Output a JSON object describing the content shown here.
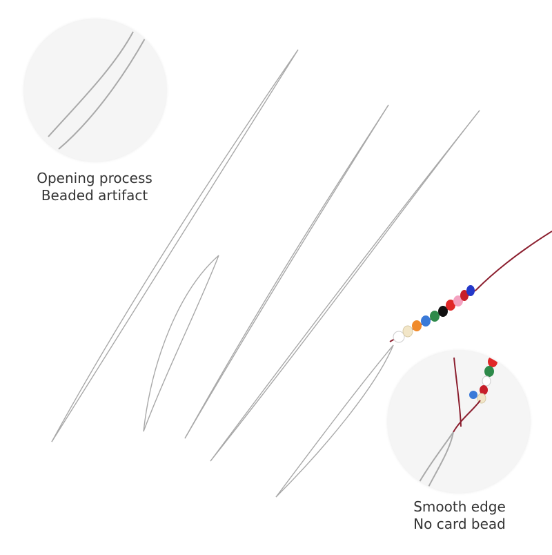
{
  "captions": {
    "top": {
      "line1": "Opening process",
      "line2": "Beaded artifact"
    },
    "bottom": {
      "line1": "Smooth edge",
      "line2": "No card bead"
    }
  },
  "colors": {
    "background": "#ffffff",
    "needle": "#a8a8a8",
    "thread": "#8b1e2e",
    "beads": [
      "#ffffff",
      "#f2e6c8",
      "#f08a2a",
      "#3a7ad8",
      "#2e8a4a",
      "#111111",
      "#e02828",
      "#f4a2c0",
      "#c71f2a",
      "#2438c9"
    ]
  },
  "icons": {
    "needles": "beading-needle-icon",
    "beads": "seed-bead-icon"
  }
}
